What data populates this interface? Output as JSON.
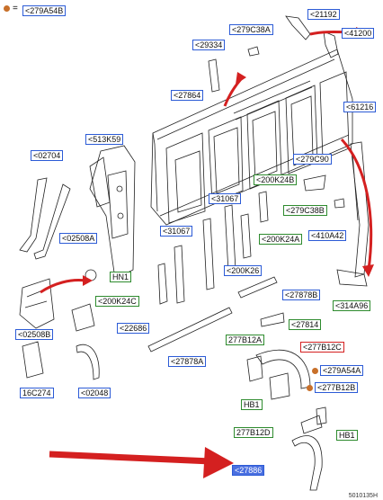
{
  "legend": {
    "symbol": "=",
    "code": "<279A54B"
  },
  "colors": {
    "part_blue": "#2c5bd6",
    "part_green": "#2e8b2e",
    "part_red": "#d42020",
    "arrow_red": "#d42020",
    "dot_orange": "#c8702a",
    "highlight": "#4a6fe0"
  },
  "labels": {
    "p21192": "<21192",
    "p279C38A": "<279C38A",
    "p41200": "<41200",
    "p29334": "<29334",
    "p27864": "<27864",
    "p61216": "<61216",
    "p513K59": "<513K59",
    "p02704": "<02704",
    "p279C90": "<279C90",
    "p200K24B": "<200K24B",
    "p279C38B": "<279C38B",
    "p31067a": "<31067",
    "p31067b": "<31067",
    "p200K24A": "<200K24A",
    "p410A42": "<410A42",
    "p02508A": "<02508A",
    "p200K26": "<200K26",
    "HN1": "HN1",
    "p314A96": "<314A96",
    "p27878B": "<27878B",
    "p200K24C": "<200K24C",
    "p22686": "<22686",
    "p02508B": "<02508B",
    "p27814": "<27814",
    "p277B12A": "277B12A",
    "p277B12C": "<277B12C",
    "p27878A": "<27878A",
    "p279A54A": "<279A54A",
    "p16C274": "16C274",
    "p02048": "<02048",
    "p277B12B": "<277B12B",
    "HB1a": "HB1",
    "p277B12D": "277B12D",
    "HB1b": "HB1",
    "p27886": "<27886"
  },
  "drawing_code": "5010135H"
}
